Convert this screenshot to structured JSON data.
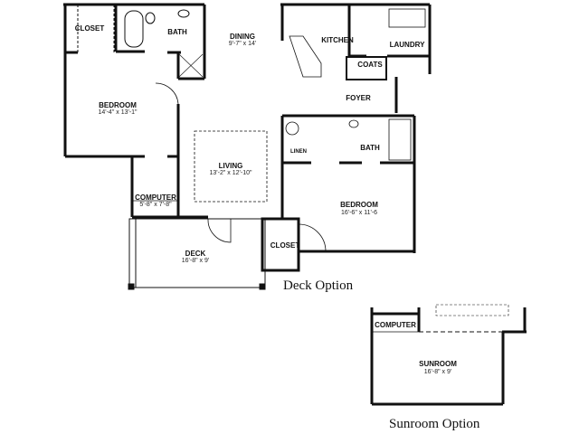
{
  "plan": {
    "rooms": [
      {
        "id": "closet-1",
        "name": "CLOSET",
        "dims": ""
      },
      {
        "id": "bath-1",
        "name": "BATH",
        "dims": ""
      },
      {
        "id": "dining",
        "name": "DINING",
        "dims": "9'-7\" x 14'"
      },
      {
        "id": "kitchen",
        "name": "KITCHEN",
        "dims": ""
      },
      {
        "id": "laundry",
        "name": "LAUNDRY",
        "dims": ""
      },
      {
        "id": "coats",
        "name": "COATS",
        "dims": ""
      },
      {
        "id": "foyer",
        "name": "FOYER",
        "dims": ""
      },
      {
        "id": "bedroom-1",
        "name": "BEDROOM",
        "dims": "14'-4\" x 13'-1\""
      },
      {
        "id": "living",
        "name": "LIVING",
        "dims": "13'-2\" x 12'-10\""
      },
      {
        "id": "bath-2",
        "name": "BATH",
        "dims": ""
      },
      {
        "id": "linen",
        "name": "LINEN",
        "dims": ""
      },
      {
        "id": "computer",
        "name": "COMPUTER",
        "dims": "5'-8\" x 7'-8\""
      },
      {
        "id": "bedroom-2",
        "name": "BEDROOM",
        "dims": "16'-6\" x 11'-6"
      },
      {
        "id": "deck",
        "name": "DECK",
        "dims": "16'-8\" x 9'"
      },
      {
        "id": "closet-2",
        "name": "CLOSET",
        "dims": ""
      }
    ],
    "deck_option_caption": "Deck Option"
  },
  "sunroom_option": {
    "caption": "Sunroom Option",
    "rooms": [
      {
        "id": "computer",
        "name": "COMPUTER"
      },
      {
        "id": "sunroom",
        "name": "SUNROOM",
        "dims": "16'-8\" x 9'"
      }
    ]
  }
}
